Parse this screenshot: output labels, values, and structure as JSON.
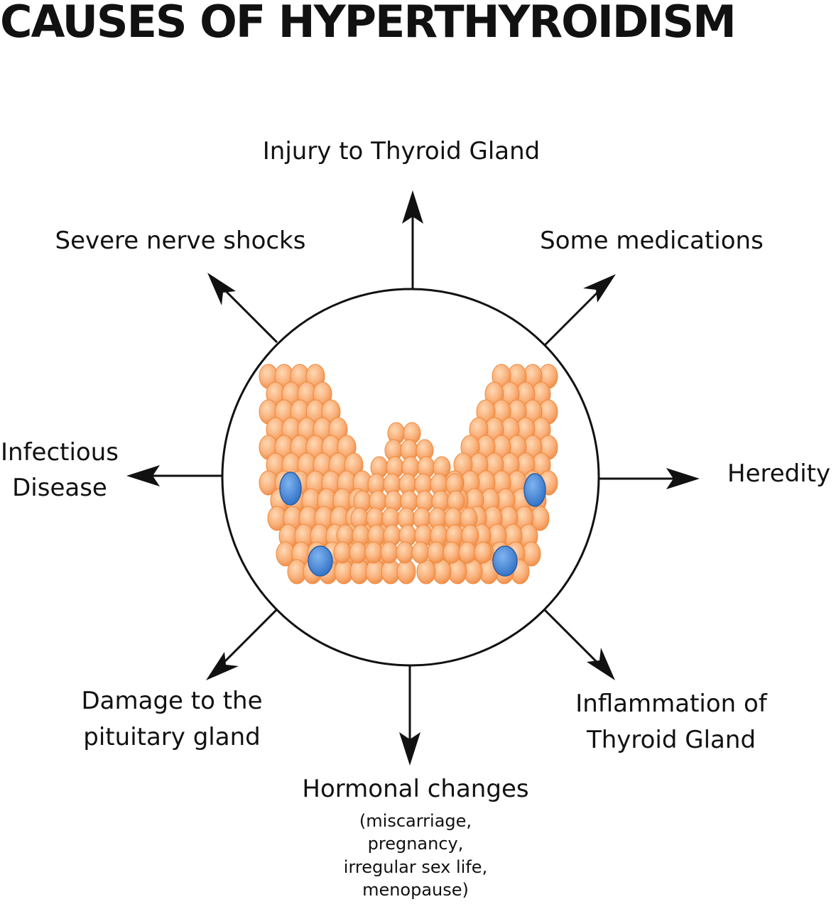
{
  "title": "CAUSES OF HYPERTHYROIDISM",
  "causes": {
    "injury": "Injury to Thyroid Gland",
    "nerve_shocks": "Severe nerve shocks",
    "medications": "Some medications",
    "infectious": [
      "Infectious",
      "Disease"
    ],
    "heredity": "Heredity",
    "pituitary": [
      "Damage to the",
      "pituitary gland"
    ],
    "inflammation": [
      "Inflammation of",
      "Thyroid Gland"
    ],
    "hormonal": {
      "label": "Hormonal changes",
      "details": [
        "(miscarriage,",
        "pregnancy,",
        "irregular sex life,",
        "menopause)"
      ]
    }
  },
  "colors": {
    "gland_fill": "#f7b27a",
    "gland_stroke": "#f08a3c",
    "nodule": "#3f86d8",
    "line": "#111111"
  },
  "icons": {
    "center": "thyroid-gland-icon",
    "nodules": "nodule-icon"
  }
}
